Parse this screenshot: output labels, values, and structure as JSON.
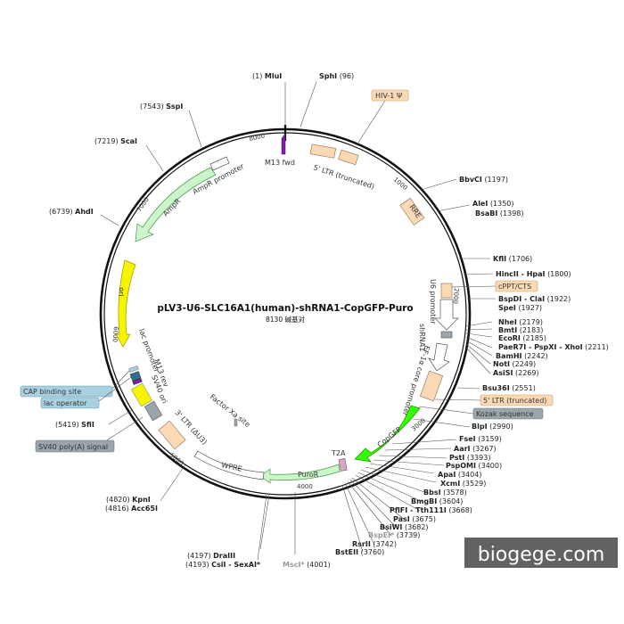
{
  "plasmid": {
    "name": "pLV3-U6-SLC16A1(human)-shRNA1-CopGFP-Puro",
    "size": "8130 碱基对",
    "length": 8130
  },
  "ticks": [
    "1000",
    "2000",
    "3000",
    "4000",
    "5000",
    "6000",
    "7000",
    "8000"
  ],
  "features": [
    {
      "label": "M13 fwd"
    },
    {
      "label": "5' LTR (truncated)"
    },
    {
      "label": "HIV-1 Ψ"
    },
    {
      "label": "RRE"
    },
    {
      "label": "cPPT/CTS"
    },
    {
      "label": "U6 promoter"
    },
    {
      "label": "shRNA1"
    },
    {
      "label": "EF-1α core promoter"
    },
    {
      "label": "5' LTR (truncated)"
    },
    {
      "label": "Kozak sequence"
    },
    {
      "label": "CopGFP"
    },
    {
      "label": "T2A"
    },
    {
      "label": "PuroR"
    },
    {
      "label": "WPRE"
    },
    {
      "label": "Factor Xa site"
    },
    {
      "label": "3' LTR (ΔU3)"
    },
    {
      "label": "SV40 poly(A) signal"
    },
    {
      "label": "SV40 ori"
    },
    {
      "label": "CAP binding site"
    },
    {
      "label": "lac operator"
    },
    {
      "label": "lac promoter"
    },
    {
      "label": "M13 rev"
    },
    {
      "label": "ori"
    },
    {
      "label": "AmpR"
    },
    {
      "label": "AmpR promoter"
    }
  ],
  "sites": [
    {
      "name": "MluI",
      "pos": "(1)"
    },
    {
      "name": "SphI",
      "pos": "(96)"
    },
    {
      "name": "BbvCI",
      "pos": "(1197)"
    },
    {
      "name": "AleI",
      "pos": "(1350)"
    },
    {
      "name": "BsaBI",
      "pos": "(1398)"
    },
    {
      "name": "KflI",
      "pos": "(1706)"
    },
    {
      "name": "HincII - HpaI",
      "pos": "(1800)"
    },
    {
      "name": "BspDI - ClaI",
      "pos": "(1922)"
    },
    {
      "name": "SpeI",
      "pos": "(1927)"
    },
    {
      "name": "NheI",
      "pos": "(2179)"
    },
    {
      "name": "BmtI",
      "pos": "(2183)"
    },
    {
      "name": "EcoRI",
      "pos": "(2185)"
    },
    {
      "name": "PaeR7I - PspXI - XhoI",
      "pos": "(2211)"
    },
    {
      "name": "BamHI",
      "pos": "(2242)"
    },
    {
      "name": "NotI",
      "pos": "(2249)"
    },
    {
      "name": "AsiSI",
      "pos": "(2269)"
    },
    {
      "name": "Bsu36I",
      "pos": "(2551)"
    },
    {
      "name": "BlpI",
      "pos": "(2990)"
    },
    {
      "name": "FseI",
      "pos": "(3159)"
    },
    {
      "name": "AarI",
      "pos": "(3267)"
    },
    {
      "name": "PstI",
      "pos": "(3393)"
    },
    {
      "name": "PspOMI",
      "pos": "(3400)"
    },
    {
      "name": "ApaI",
      "pos": "(3404)"
    },
    {
      "name": "XcmI",
      "pos": "(3529)"
    },
    {
      "name": "BbsI",
      "pos": "(3578)"
    },
    {
      "name": "BmgBI",
      "pos": "(3604)"
    },
    {
      "name": "PflFI - Tth111I",
      "pos": "(3668)"
    },
    {
      "name": "PasI",
      "pos": "(3675)"
    },
    {
      "name": "BsiWI",
      "pos": "(3682)"
    },
    {
      "name": "BspEI*",
      "pos": "(3739)"
    },
    {
      "name": "RsrII",
      "pos": "(3742)"
    },
    {
      "name": "BstEII",
      "pos": "(3760)"
    },
    {
      "name": "MscI*",
      "pos": "(4001)"
    },
    {
      "name": "DraIII",
      "pos": "(4197)"
    },
    {
      "name": "CsiI - SexAI*",
      "pos": "(4193)"
    },
    {
      "name": "KpnI",
      "pos": "(4820)"
    },
    {
      "name": "Acc65I",
      "pos": "(4816)"
    },
    {
      "name": "SfiI",
      "pos": "(5419)"
    },
    {
      "name": "AhdI",
      "pos": "(6739)"
    },
    {
      "name": "ScaI",
      "pos": "(7219)"
    },
    {
      "name": "SspI",
      "pos": "(7543)"
    }
  ],
  "watermark": "biogege.com",
  "colors": {
    "ampr": "#ccf5cc",
    "ori": "#f5f500",
    "copgfp": "#33ff00",
    "puror": "#ccf5cc",
    "ltr": "#fbd9b5",
    "promoter": "#ffffff",
    "small_gray": "#9aa6ab",
    "purple": "#7a1fa0",
    "t2a": "#d6a7c4",
    "label_blue": "#a7d0e0",
    "watermark_bg": "#555555"
  }
}
